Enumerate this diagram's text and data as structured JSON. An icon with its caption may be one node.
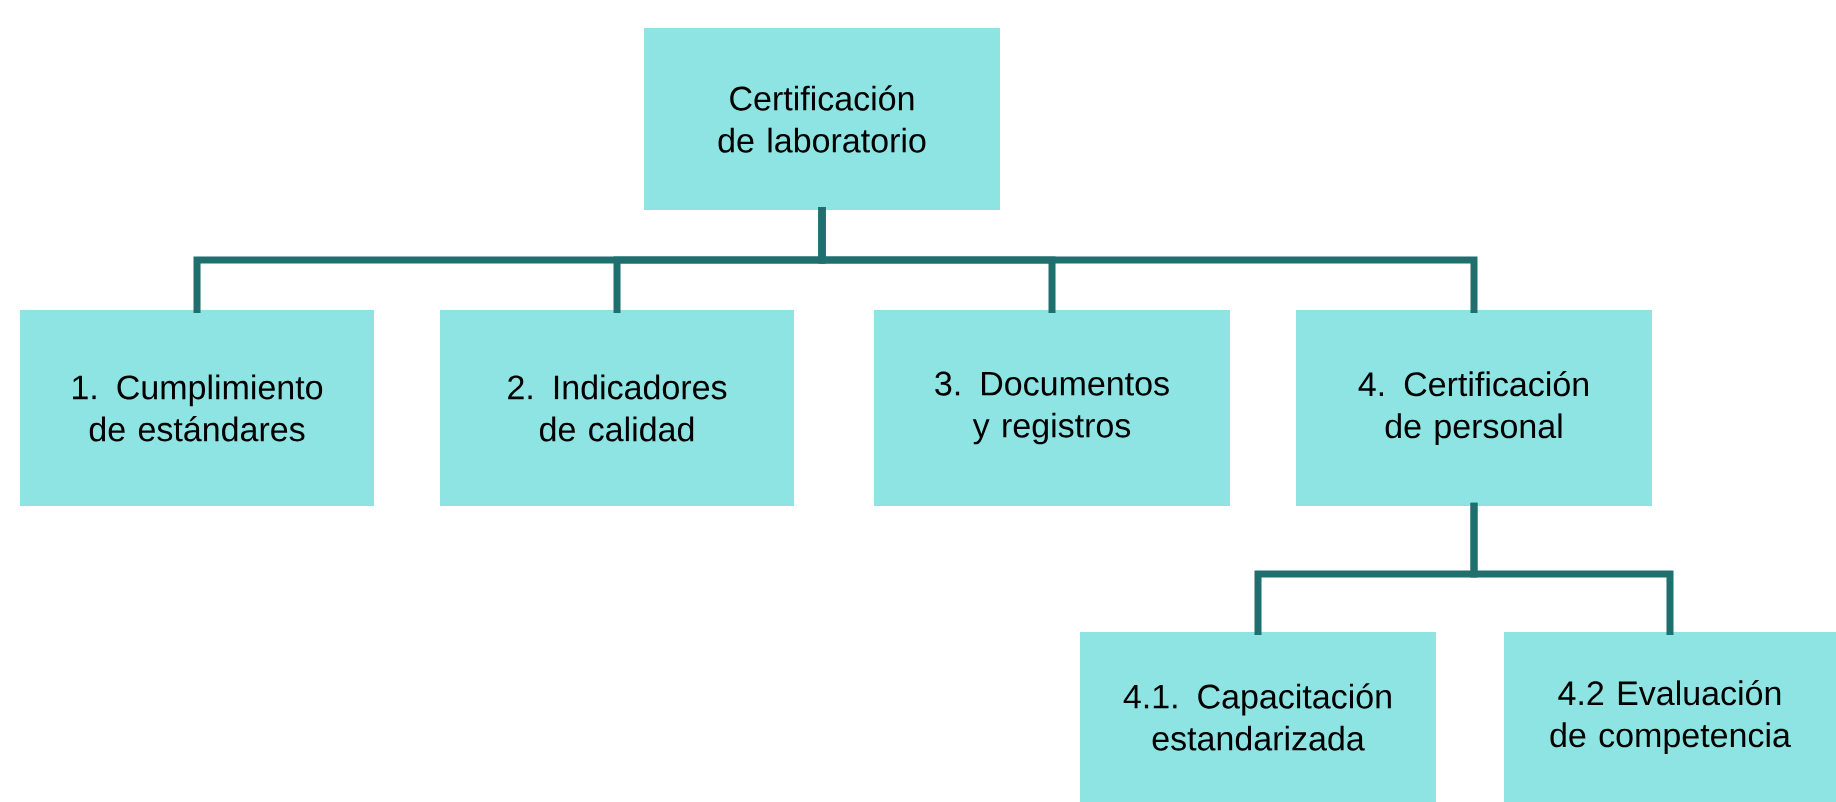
{
  "diagram": {
    "nodes": [
      {
        "text": [
          "Certificación de laboratorio"
        ]
      },
      {
        "text": [
          "1. Cumplimiento de estándares"
        ]
      },
      {
        "text": [
          "2. Indicadores de calidad"
        ]
      },
      {
        "text": [
          "3. Documentos y registros"
        ]
      },
      {
        "text": [
          "4. Certificación de personal"
        ]
      },
      {
        "text": [
          "4.1. Capacitación estandarizada"
        ]
      },
      {
        "text": [
          "4.2 Evaluación de competencia"
        ]
      }
    ],
    "edges": [
      {
        "from": 0,
        "to": 1,
        "arrow": "none"
      },
      {
        "from": 0,
        "to": 2,
        "arrow": "none"
      },
      {
        "from": 0,
        "to": 3,
        "arrow": "none"
      },
      {
        "from": 0,
        "to": 4,
        "arrow": "none"
      },
      {
        "from": 4,
        "to": 5,
        "arrow": "none"
      },
      {
        "from": 4,
        "to": 6,
        "arrow": "none"
      }
    ]
  }
}
